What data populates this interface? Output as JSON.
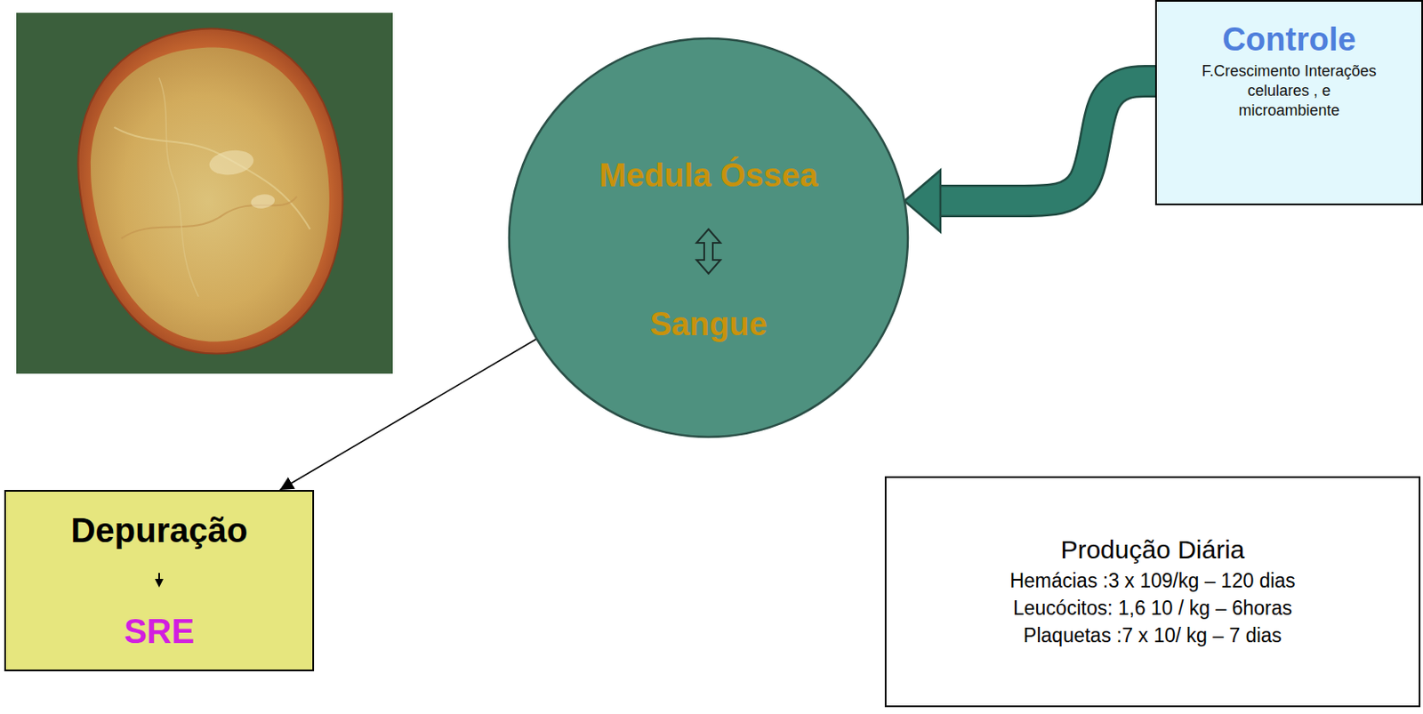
{
  "diagram": {
    "nodes": [
      {
        "text": [
          "Medula Óssea",
          "Sangue"
        ]
      },
      {
        "text": [
          "Controle",
          "F.Crescimento Interações celulares , e microambiente"
        ]
      },
      {
        "text": [
          "Depuração",
          "SRE"
        ]
      },
      {
        "text": [
          "Produção Diária",
          "Hemácias :3 x 109/kg – 120 dias",
          "Leucócitos: 1,6 10 / kg – 6horas",
          "Plaquetas :7 x 10/ kg – 7 dias"
        ]
      }
    ],
    "edges": [
      {
        "from": 1,
        "to": 0,
        "arrow": "to"
      },
      {
        "from": 0,
        "to": 2,
        "arrow": "to"
      }
    ]
  }
}
